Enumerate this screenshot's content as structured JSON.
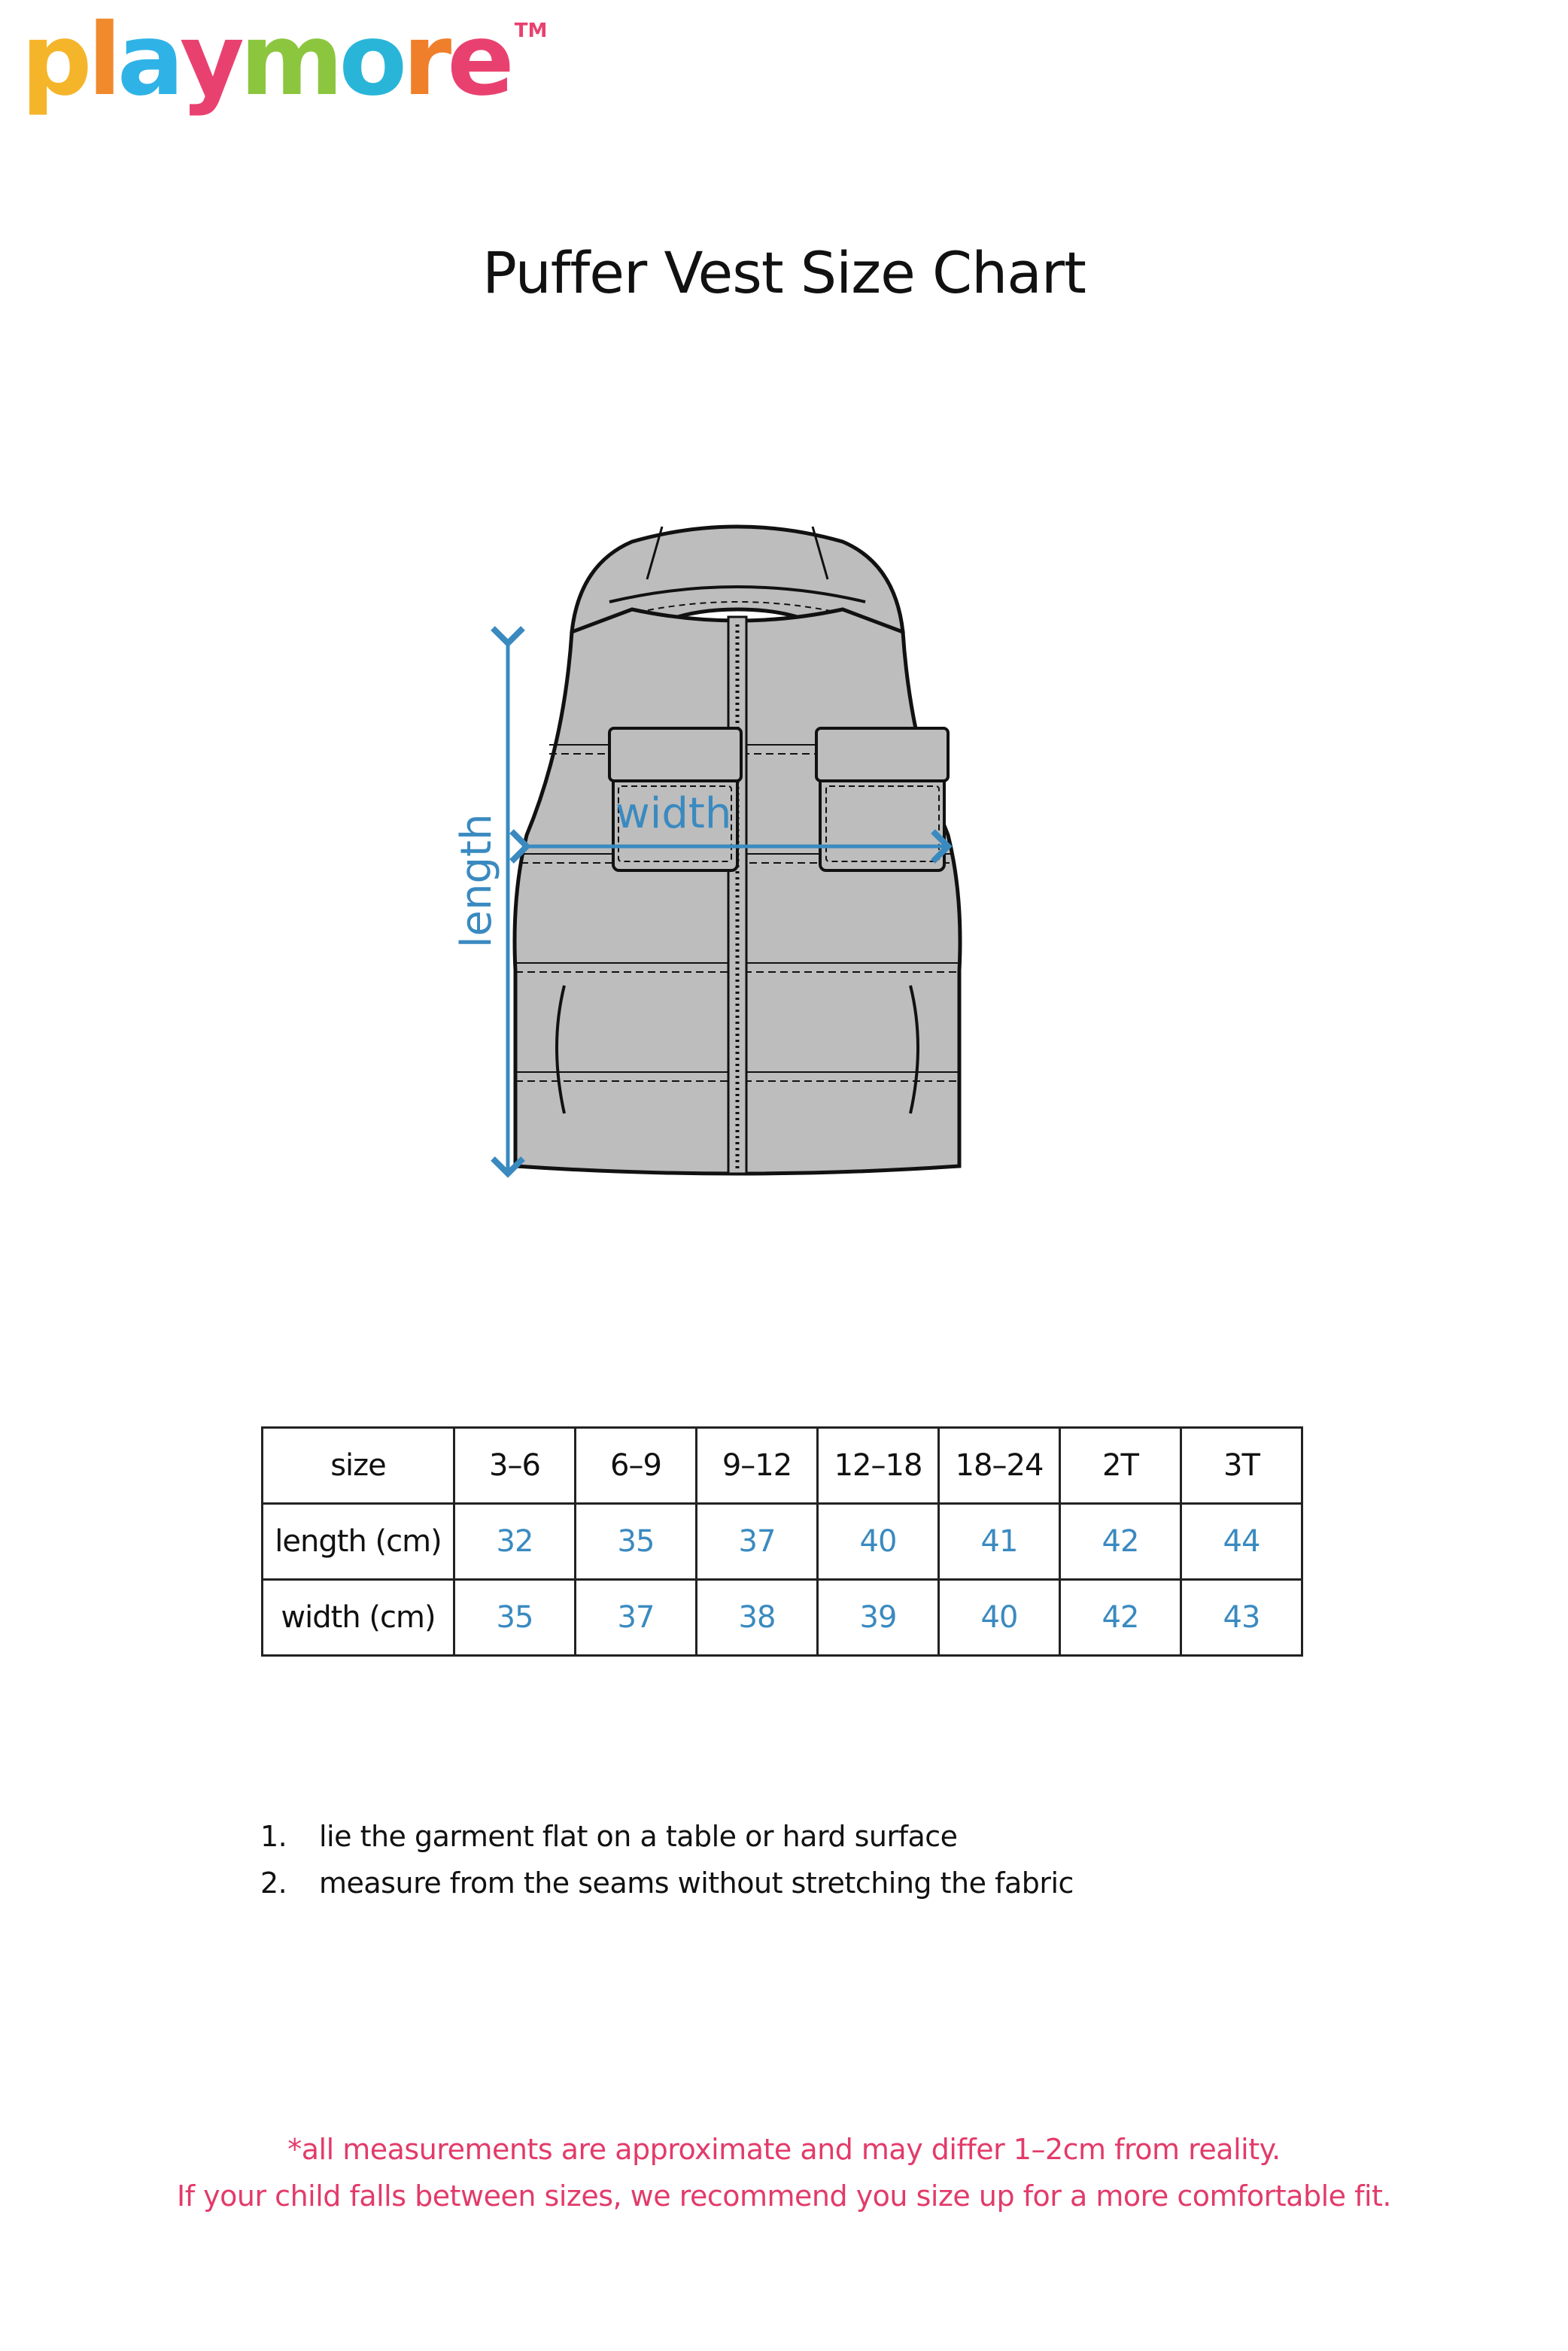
{
  "brand": {
    "letters": [
      "p",
      "l",
      "a",
      "y",
      "m",
      "o",
      "r",
      "e"
    ],
    "letter_colors": [
      "#f5b52a",
      "#f08a2c",
      "#2fb3e6",
      "#e9416f",
      "#8cc63f",
      "#29b5d8",
      "#ef7f2a",
      "#e9416f"
    ],
    "trademark": "TM"
  },
  "page_title": "Puffer Vest Size Chart",
  "diagram": {
    "length_label": "length",
    "width_label": "width",
    "accent_color": "#3a8ac0",
    "garment_fill": "#bdbdbd"
  },
  "size_table": {
    "header_label": "size",
    "sizes": [
      "3–6",
      "6–9",
      "9–12",
      "12–18",
      "18–24",
      "2T",
      "3T"
    ],
    "rows": [
      {
        "label": "length (cm)",
        "values": [
          "32",
          "35",
          "37",
          "40",
          "41",
          "42",
          "44"
        ]
      },
      {
        "label": "width (cm)",
        "values": [
          "35",
          "37",
          "38",
          "39",
          "40",
          "42",
          "43"
        ]
      }
    ]
  },
  "instructions": [
    {
      "num": "1.",
      "text": "lie the garment flat on a table or hard surface"
    },
    {
      "num": "2.",
      "text": "measure from the seams without stretching the fabric"
    }
  ],
  "disclaimer": {
    "line1": "*all measurements are approximate and may differ 1–2cm from reality.",
    "line2": "If your child falls between sizes, we recommend you size up for a more comfortable fit."
  }
}
